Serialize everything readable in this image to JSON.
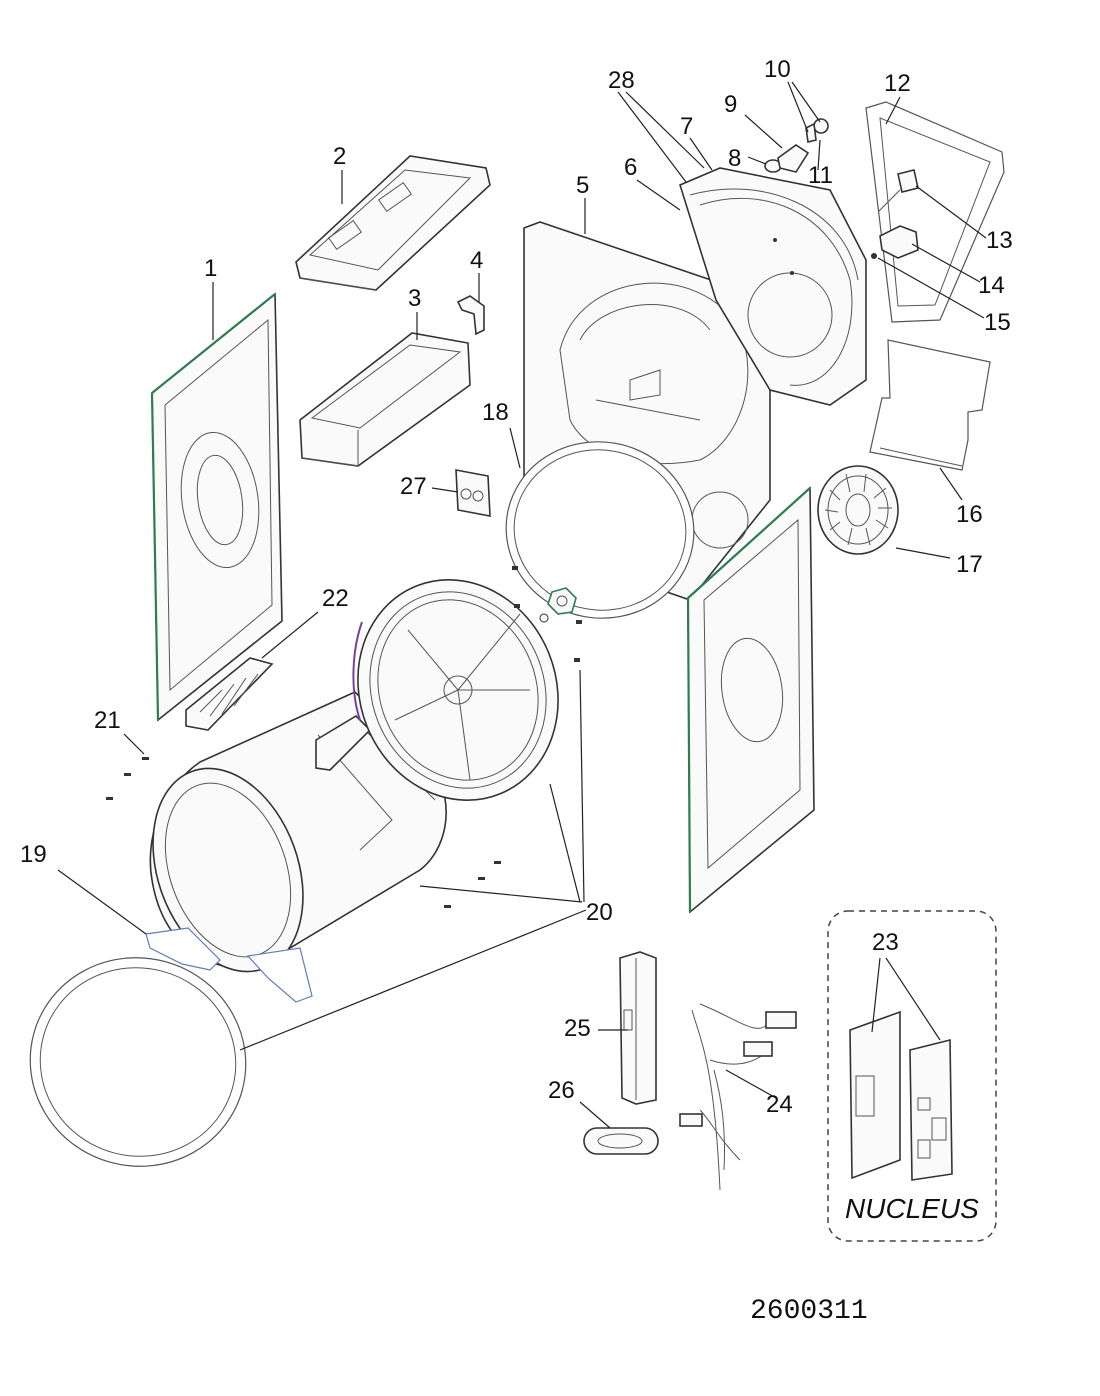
{
  "labels": {
    "p1": "1",
    "p2": "2",
    "p3": "3",
    "p4": "4",
    "p5": "5",
    "p6": "6",
    "p7": "7",
    "p8": "8",
    "p9": "9",
    "p10": "10",
    "p11": "11",
    "p12": "12",
    "p13": "13",
    "p14": "14",
    "p15": "15",
    "p16": "16",
    "p17": "17",
    "p18": "18",
    "p19": "19",
    "p20": "20",
    "p21": "21",
    "p22": "22",
    "p23": "23",
    "p24": "24",
    "p25": "25",
    "p26": "26",
    "p27": "27",
    "p28": "28"
  },
  "nucleus_label": "NUCLEUS",
  "diagram_code": "2600311",
  "colors": {
    "edge_accent": "#2e7d4f",
    "line": "#222222",
    "background": "#ffffff"
  }
}
